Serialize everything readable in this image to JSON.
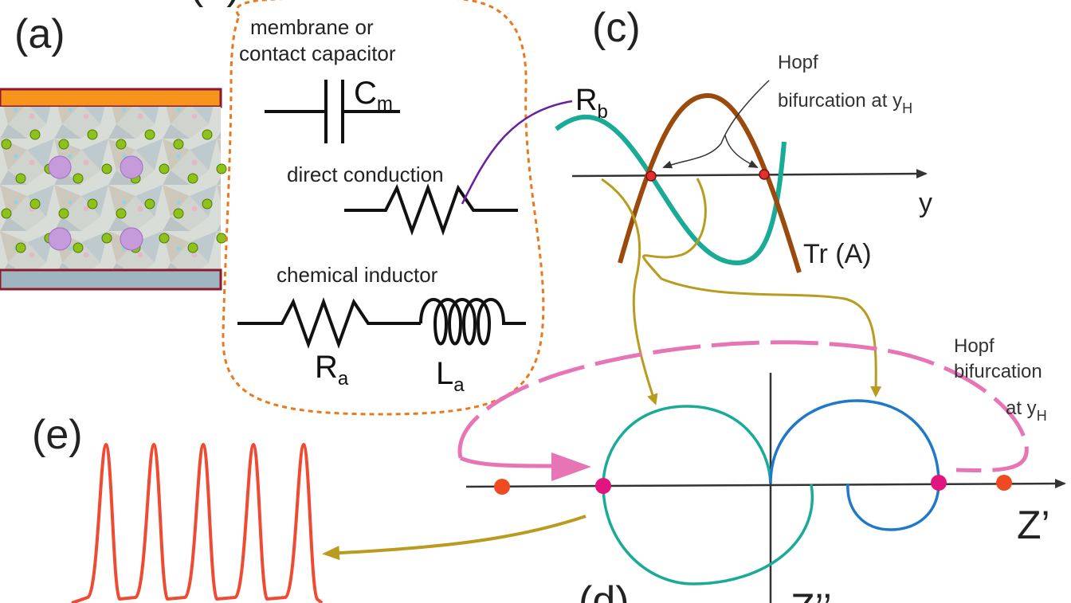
{
  "panels": {
    "a": "(a)",
    "b_partial": "(b)",
    "c": "(c)",
    "d": "(d)",
    "e": "(e)"
  },
  "circuit": {
    "capacitor_caption_line1": "membrane or",
    "capacitor_caption_line2": "contact capacitor",
    "capacitor_symbol": "C",
    "capacitor_subscript": "m",
    "resistor_caption": "direct conduction",
    "resistor_symbol": "R",
    "resistor_subscript": "b",
    "inductor_caption": "chemical inductor",
    "ra_symbol": "R",
    "ra_subscript": "a",
    "la_symbol": "L",
    "la_subscript": "a"
  },
  "curves": {
    "hopf_line1": "Hopf",
    "hopf_line2": "bifurcation  at y",
    "hopf_subscript": "H",
    "y_axis_label": "y",
    "tr_label": "Tr (A)"
  },
  "nyquist": {
    "hopf_line1": "Hopf",
    "hopf_line2": "bifurcation",
    "hopf_line3": "at y",
    "hopf_subscript": "H",
    "real_axis_label": "Z’",
    "imag_axis_label": "Z’’"
  },
  "colors": {
    "orange_electrode": "#f7941d",
    "steel_electrode": "#9fb6c2",
    "electrode_border": "#8b1a2b",
    "dashed_border": "#e8791c",
    "teal": "#1aab96",
    "brown": "#9a4a0c",
    "olive_arrow": "#b99b1f",
    "pink": "#e774b5",
    "blue": "#1f78c8",
    "magenta_dot": "#e0157f",
    "red_dot": "#f04a22",
    "spike": "#ef4a32",
    "purple_wire": "#6a1ea0"
  }
}
